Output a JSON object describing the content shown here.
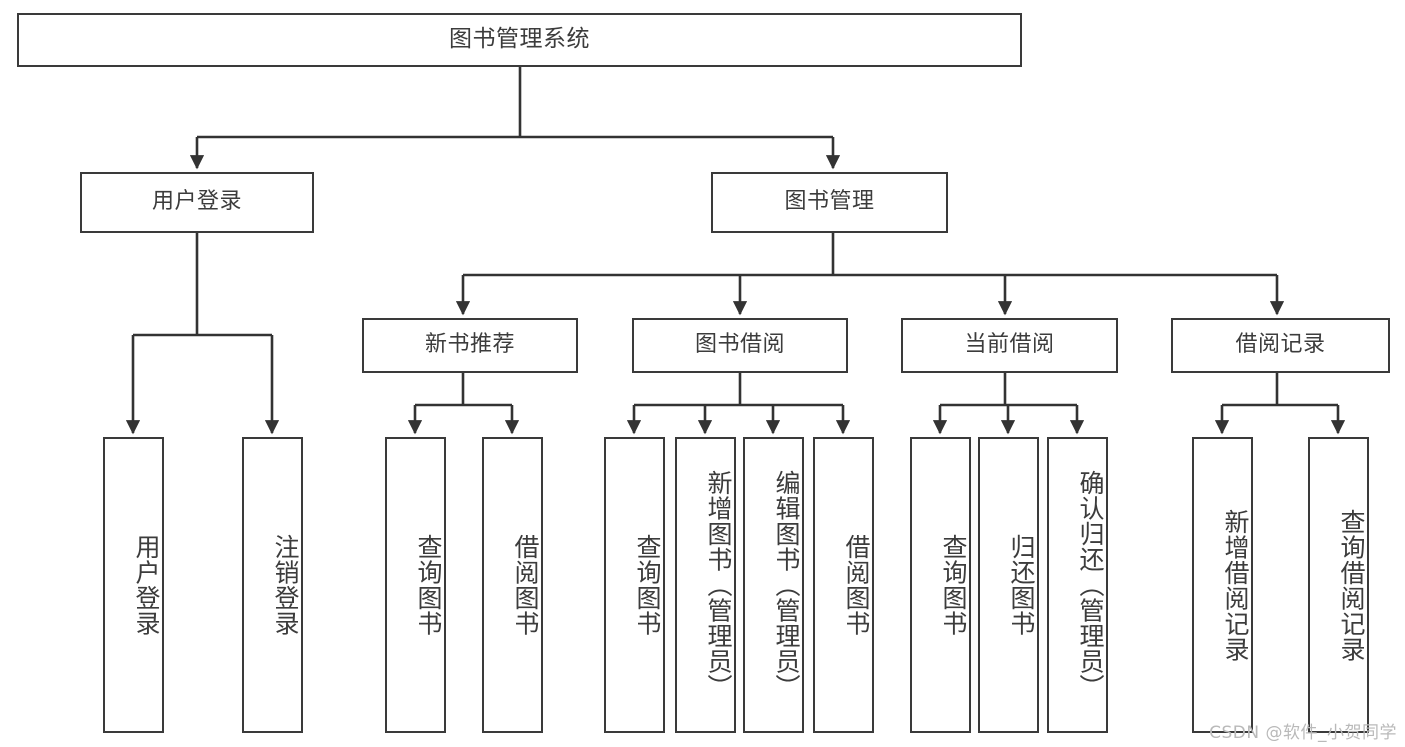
{
  "diagram": {
    "type": "tree",
    "title": "图书管理系统",
    "watermark": "CSDN @软件_小贺同学",
    "colors": {
      "background": "#ffffff",
      "box_border": "#3a3a3a",
      "text": "#3c3c3c",
      "edge": "#333333",
      "watermark": "#b9b9b9"
    },
    "nodes": {
      "root": {
        "label": "图书管理系统"
      },
      "level2": [
        {
          "id": "user-login",
          "label": "用户登录"
        },
        {
          "id": "book-manage",
          "label": "图书管理"
        }
      ],
      "level3": [
        {
          "id": "new-book-recommend",
          "label": "新书推荐"
        },
        {
          "id": "book-borrow",
          "label": "图书借阅"
        },
        {
          "id": "current-borrow",
          "label": "当前借阅"
        },
        {
          "id": "borrow-record",
          "label": "借阅记录"
        }
      ],
      "leaves": {
        "user-login": [
          {
            "id": "leaf-user-login",
            "label": "用户登录"
          },
          {
            "id": "leaf-logout-login",
            "label": "注销登录"
          }
        ],
        "new-book-recommend": [
          {
            "id": "leaf-query-book-1",
            "label": "查询图书"
          },
          {
            "id": "leaf-borrow-book-1",
            "label": "借阅图书"
          }
        ],
        "book-borrow": [
          {
            "id": "leaf-query-book-2",
            "label": "查询图书"
          },
          {
            "id": "leaf-add-book",
            "label": "新增图书（管理员）"
          },
          {
            "id": "leaf-edit-book",
            "label": "编辑图书（管理员）"
          },
          {
            "id": "leaf-borrow-book-2",
            "label": "借阅图书"
          }
        ],
        "current-borrow": [
          {
            "id": "leaf-query-book-3",
            "label": "查询图书"
          },
          {
            "id": "leaf-return-book",
            "label": "归还图书"
          },
          {
            "id": "leaf-confirm-return",
            "label": "确认归还（管理员）"
          }
        ],
        "borrow-record": [
          {
            "id": "leaf-add-record",
            "label": "新增借阅记录"
          },
          {
            "id": "leaf-query-record",
            "label": "查询借阅记录"
          }
        ]
      }
    }
  }
}
